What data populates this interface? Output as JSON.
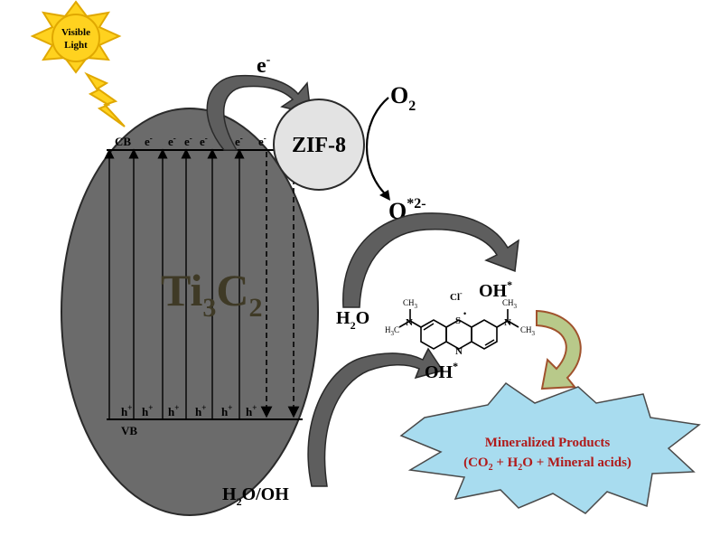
{
  "sun": {
    "label_line1": "Visible",
    "label_line2": "Light",
    "fill": "#ffd21f",
    "stroke": "#e0a800"
  },
  "electron_label": "e",
  "electron_sup": "-",
  "ti3c2": {
    "main": "Ti",
    "sub1": "3",
    "mid": "C",
    "sub2": "2",
    "fill": "#6b6b6b",
    "text_color": "#3f3a26"
  },
  "bands": {
    "cb_label": "CB",
    "vb_label": "VB",
    "electron": "e",
    "electron_sup": "-",
    "hole": "h",
    "hole_sup": "+"
  },
  "zif8": {
    "label": "ZIF-8",
    "fill": "#e3e3e3"
  },
  "o2": {
    "main": "O",
    "sub": "2"
  },
  "superoxide": {
    "main": "O",
    "sup": "*2-"
  },
  "oh_top": {
    "main": "OH",
    "sup": "*"
  },
  "h2o": {
    "main": "H",
    "sub": "2",
    "tail": "O"
  },
  "oh_mid": {
    "main": "OH",
    "sup": "*"
  },
  "h2o_oh": {
    "main": "H",
    "sub": "2",
    "tail": "O/OH"
  },
  "molecule": {
    "atom_s": "S",
    "atom_n_ring": "N",
    "atom_n1": "N",
    "atom_n2": "N",
    "methyl": "CH",
    "methyl_sub": "3",
    "methyl_h3c": "H",
    "methyl_h3c_sub": "3",
    "methyl_h3c_tail": "C",
    "chloride": "Cl",
    "chloride_sup": "-",
    "radical": "•"
  },
  "products": {
    "line1": "Mineralized Products",
    "line2_a": "(CO",
    "line2_sub1": "2",
    "line2_b": " + H",
    "line2_sub2": "2",
    "line2_c": "O + Mineral acids)",
    "fill": "#a8dcef",
    "text_color": "#b01a1a"
  },
  "colors": {
    "arrow_fill": "#5e5e5e",
    "arrow_stroke": "#2a2a2a",
    "green_arrow": "#b8c98a",
    "brown_arrow": "#a0522d"
  }
}
